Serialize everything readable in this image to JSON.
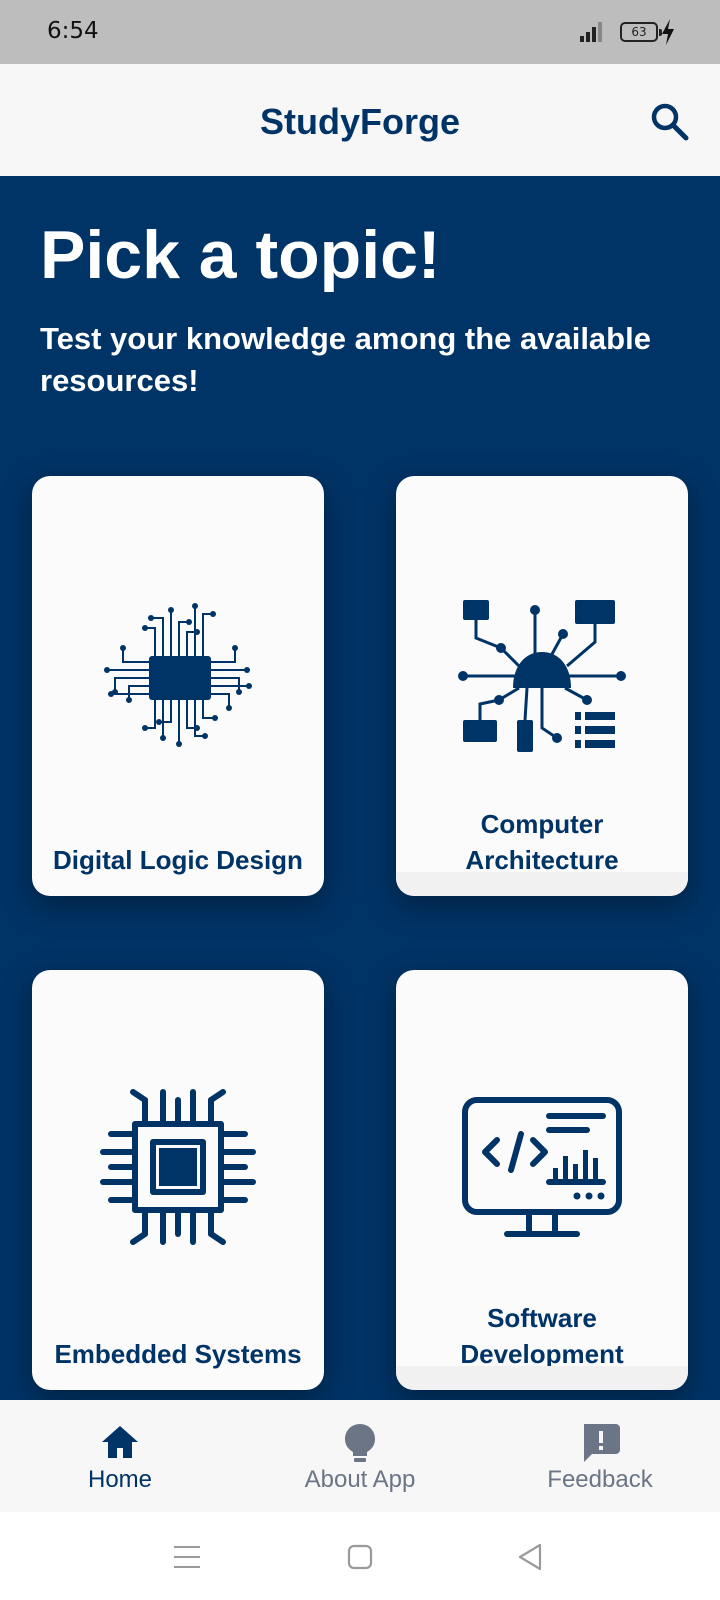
{
  "status_bar": {
    "time": "6:54",
    "battery": "63"
  },
  "app_bar": {
    "title": "StudyForge"
  },
  "hero": {
    "heading": "Pick a topic!",
    "subheading": "Test your knowledge among the available resources!"
  },
  "topics": [
    {
      "label": "Digital Logic Design",
      "icon": "circuit-chip-icon"
    },
    {
      "label": "Computer Architecture",
      "icon": "network-architecture-icon"
    },
    {
      "label": "Embedded Systems",
      "icon": "microchip-icon"
    },
    {
      "label": "Software Development",
      "icon": "code-monitor-icon"
    }
  ],
  "bottom_nav": {
    "items": [
      {
        "label": "Home",
        "icon": "home-icon",
        "active": true
      },
      {
        "label": "About App",
        "icon": "lightbulb-icon",
        "active": false
      },
      {
        "label": "Feedback",
        "icon": "feedback-icon",
        "active": false
      }
    ]
  },
  "colors": {
    "primary": "#003366",
    "inactive": "#6b7585",
    "surface": "#f7f7f7"
  }
}
